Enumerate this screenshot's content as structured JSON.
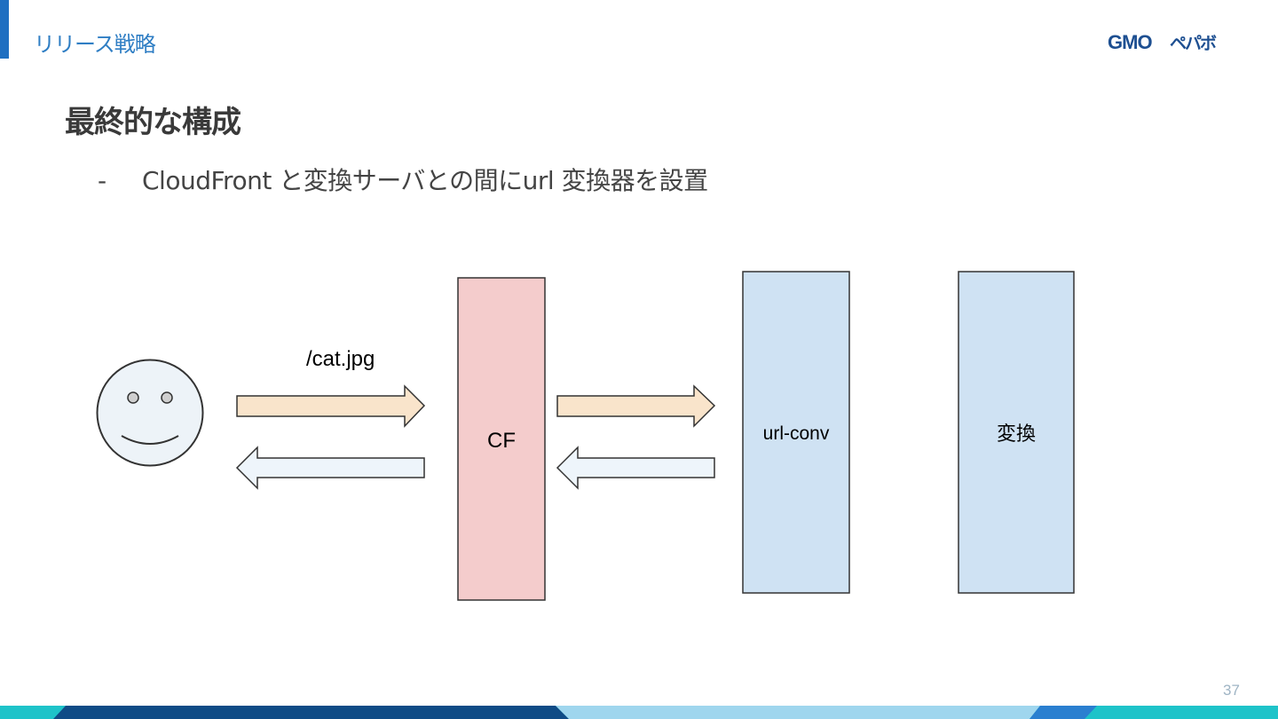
{
  "header": {
    "section_title": "リリース戦略",
    "logo_text": "GMOペパボ"
  },
  "slide": {
    "heading": "最終的な構成",
    "bullet_marker": "-",
    "bullet_text": "CloudFront と変換サーバとの間にurl 変換器を設置"
  },
  "diagram": {
    "request_label": "/cat.jpg",
    "nodes": {
      "user": "smiley-face-user",
      "cf": "CF",
      "url_conv": "url-conv",
      "convert": "変換"
    }
  },
  "colors": {
    "accent": "#1f6fc1",
    "cf_fill": "#f4cccc",
    "server_fill": "#cfe2f3",
    "request_arrow": "#f9e4cb",
    "response_arrow": "#eef5fb",
    "face_fill": "#edf3f8"
  },
  "footer": {
    "page_number": "37"
  }
}
